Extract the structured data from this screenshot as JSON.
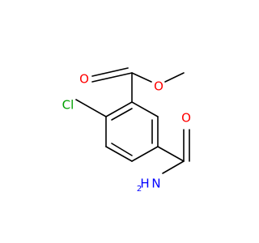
{
  "molecule": {
    "atoms": {
      "ester_carbonyl_o": {
        "symbol": "O",
        "color": "#ff0000"
      },
      "ester_alkoxy_o": {
        "symbol": "O",
        "color": "#ff0000"
      },
      "chlorine": {
        "symbol": "Cl",
        "color": "#00a000"
      },
      "amide_o": {
        "symbol": "O",
        "color": "#ff0000"
      },
      "amide_n_symbol": {
        "symbol": "N",
        "color": "#0000ff"
      },
      "amide_h": {
        "symbol": "H",
        "color": "#0000ff"
      },
      "amide_h_count": {
        "symbol": "2",
        "color": "#0000ff"
      }
    }
  }
}
